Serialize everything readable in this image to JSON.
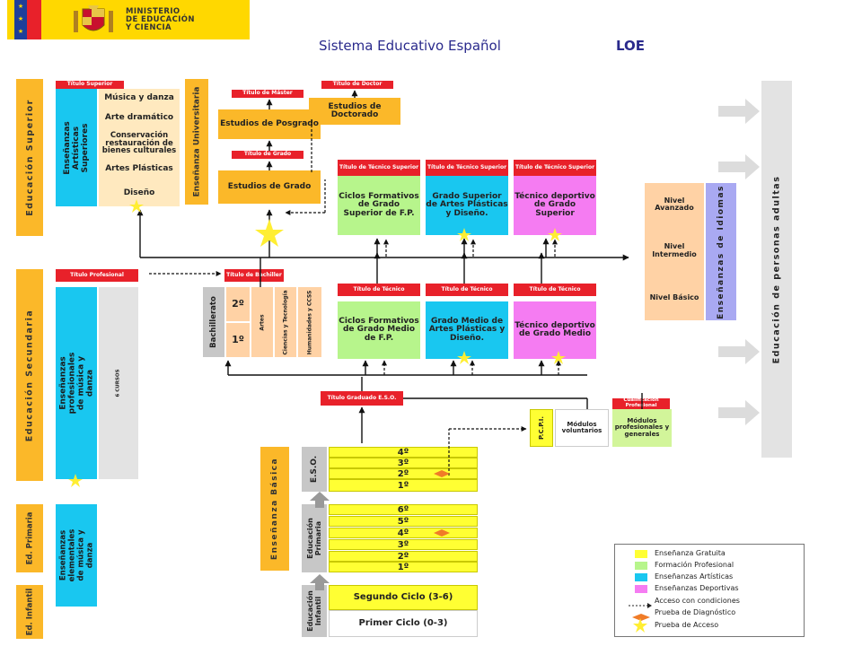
{
  "header": {
    "title": "Sistema Educativo Español",
    "law": "LOE",
    "ministry_lines": [
      "MINISTERIO",
      "DE EDUCACIÓN",
      "Y CIENCIA"
    ]
  },
  "levels": {
    "superior": "Educación Superior",
    "secundaria": "Educación Secundaria",
    "primaria": "Ed. Primaria",
    "infantil": "Ed. Infantil",
    "universitaria": "Enseñanza Universitaria",
    "basica": "Enseñanza Básica",
    "adultos": "Educación de personas adultas",
    "idiomas": "Enseñanzas de Idiomas"
  },
  "artisticas_superiores": {
    "titulo": "Título Superior",
    "label": "Enseñanzas Artísticas Superiores",
    "items": [
      "Música y danza",
      "Arte dramático",
      "Conservación restauración de bienes culturales",
      "Artes Plásticas",
      "Diseño"
    ]
  },
  "universidad": {
    "doctor_title": "Título de Doctor",
    "doctorado": "Estudios de Doctorado",
    "master_title": "Título de Máster",
    "posgrado": "Estudios de Posgrado",
    "grado_title": "Título de Grado",
    "grado": "Estudios de Grado"
  },
  "fp_superior": [
    {
      "title": "Título de Técnico Superior",
      "text": "Ciclos Formativos de Grado Superior de F.P."
    },
    {
      "title": "Título de Técnico Superior",
      "text": "Grado Superior de Artes Plásticas y Diseño."
    },
    {
      "title": "Título de Técnico Superior",
      "text": "Técnico deportivo de Grado Superior"
    }
  ],
  "fp_medio": [
    {
      "title": "Título de Técnico",
      "text": "Ciclos Formativos de Grado Medio de F.P."
    },
    {
      "title": "Título de Técnico",
      "text": "Grado Medio de Artes Plásticas y Diseño."
    },
    {
      "title": "Título de Técnico",
      "text": "Técnico deportivo de Grado Medio"
    }
  ],
  "idiomas_niveles": [
    "Nivel Avanzado",
    "Nivel Intermedio",
    "Nivel Básico"
  ],
  "bachillerato": {
    "title": "Título de Bachiller",
    "label": "Bachillerato",
    "courses": [
      "2º",
      "1º"
    ],
    "modalidades": [
      "Artes",
      "Ciencias y Tecnología",
      "Humanidades y CCSS"
    ]
  },
  "profesional": {
    "title": "Título Profesional",
    "label": "Enseñanzas profesionales de música y danza",
    "cursos": "6 CURSOS"
  },
  "elementales": "Enseñanzas elementales de música y danza",
  "eso": {
    "graduado": "Título Graduado E.S.O.",
    "label": "E.S.O.",
    "courses": [
      "4º",
      "3º",
      "2º",
      "1º"
    ]
  },
  "pcpi": {
    "label": "P.C.P.I.",
    "voluntarios": "Módulos voluntarios",
    "cualificacion": "Cualificación Profesional",
    "profesionales": "Módulos profesionales y generales"
  },
  "primaria": {
    "label": "Educación Primaria",
    "courses": [
      "6º",
      "5º",
      "4º",
      "3º",
      "2º",
      "1º"
    ]
  },
  "infantil": {
    "label": "Educación Infantil",
    "segundo": "Segundo Ciclo (3-6)",
    "primero": "Primer Ciclo (0-3)"
  },
  "legend": {
    "items": [
      "Enseñanza Gratuita",
      "Formación Profesional",
      "Enseñanzas Artísticas",
      "Enseñanzas Deportivas",
      "Acceso con condiciones",
      "Prueba de Diagnóstico",
      "Prueba de Acceso"
    ],
    "colors": [
      "#ffff33",
      "#b7f58c",
      "#19c7f0",
      "#f57cf2"
    ]
  }
}
